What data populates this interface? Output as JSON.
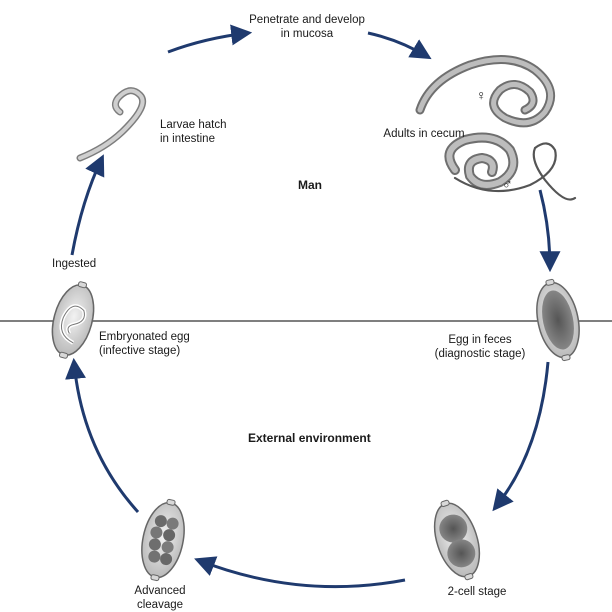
{
  "labels": {
    "penetrate_line1": "Penetrate and develop",
    "penetrate_line2": "in mucosa",
    "larvae_line1": "Larvae hatch",
    "larvae_line2": "in intestine",
    "adults": "Adults in cecum",
    "female_symbol": "♀",
    "male_symbol": "♂",
    "man": "Man",
    "ingested": "Ingested",
    "embryonated_line1": "Embryonated egg",
    "embryonated_line2": "(infective stage)",
    "egg_feces_line1": "Egg in feces",
    "egg_feces_line2": "(diagnostic stage)",
    "external": "External environment",
    "two_cell": "2-cell stage",
    "advanced_line1": "Advanced",
    "advanced_line2": "cleavage"
  },
  "colors": {
    "arrow": "#1f3a6e",
    "egg_shell": "#8a8a8a",
    "worm": "#9a9a9a",
    "divider": "#333333"
  }
}
